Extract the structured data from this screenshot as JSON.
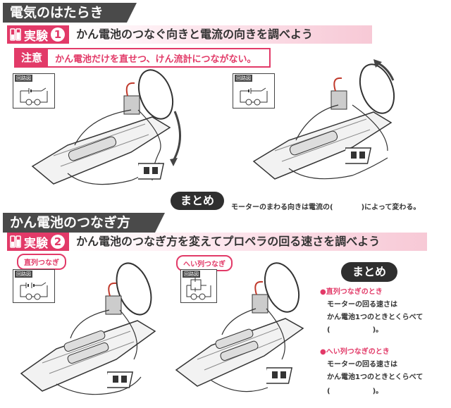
{
  "section1": {
    "title": "電気のはたらき",
    "experiment": {
      "label": "実験",
      "number": "1",
      "title": "かん電池のつなぐ向きと電流の向きを調べよう"
    },
    "caution": {
      "tag": "注意",
      "text": "かん電池だけを直せつ、けん流計につながない。"
    },
    "circuit_label_left": "回路図",
    "circuit_label_right": "回路図",
    "summary": {
      "label": "まとめ",
      "text": "モーターのまわる向きは電流の(　　　　)によって変わる。"
    }
  },
  "section2": {
    "title": "かん電池のつなぎ方",
    "experiment": {
      "label": "実験",
      "number": "2",
      "title": "かん電池のつなぎ方を変えてプロペラの回る速さを調べよう"
    },
    "tag_series": "直列つなぎ",
    "tag_parallel": "へい列つなぎ",
    "circuit_label_left": "回路図",
    "circuit_label_right": "回路図",
    "summary": {
      "label": "まとめ",
      "series_head": "●直列つなぎのとき",
      "series_line1": "モーターの回る速さは",
      "series_line2": "かん電池1つのときとくらべて",
      "series_line3": "(　　　　　　)。",
      "parallel_head": "●へい列つなぎのとき",
      "parallel_line1": "モーターの回る速さは",
      "parallel_line2": "かん電池1つのときとくらべて",
      "parallel_line3": "(　　　　　　)。"
    }
  },
  "colors": {
    "accent": "#e23a68",
    "header": "#4a4a4a",
    "pill": "#2f2f2f"
  }
}
